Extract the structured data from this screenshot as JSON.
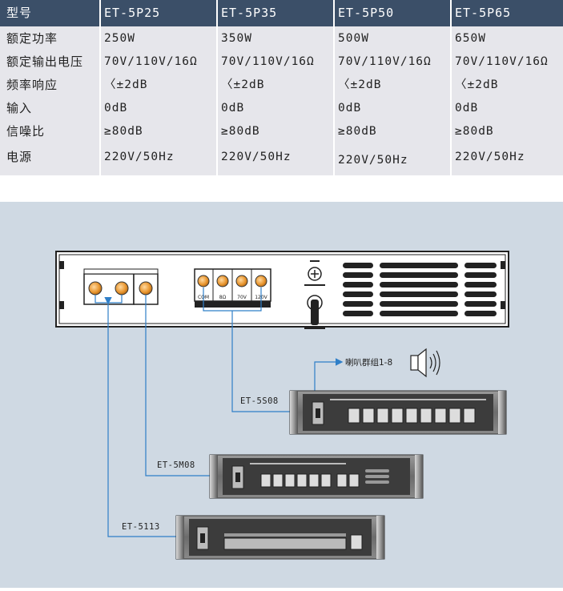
{
  "table": {
    "header_label": "型号",
    "models": [
      "ET-5P25",
      "ET-5P35",
      "ET-5P50",
      "ET-5P65"
    ],
    "rows": [
      {
        "label": "额定功率",
        "values": [
          "250W",
          "350W",
          "500W",
          "650W"
        ]
      },
      {
        "label": "额定输出电压",
        "values": [
          "70V/110V/16Ω",
          "70V/110V/16Ω",
          "70V/110V/16Ω",
          "70V/110V/16Ω"
        ]
      },
      {
        "label": "频率响应",
        "values": [
          "〈±2dB",
          "〈±2dB",
          "〈±2dB",
          "〈±2dB"
        ]
      },
      {
        "label": "输入",
        "values": [
          "0dB",
          "0dB",
          "0dB",
          "0dB"
        ]
      },
      {
        "label": "信噪比",
        "values": [
          "≥80dB",
          "≥80dB",
          "≥80dB",
          "≥80dB"
        ]
      },
      {
        "label": "电源",
        "values": [
          "220V/50Hz",
          "220V/50Hz",
          "220V/50Hz",
          "220V/50Hz"
        ]
      }
    ]
  },
  "diagram": {
    "amp_terminal_labels": [
      "COM",
      "8Ω",
      "70V",
      "120V"
    ],
    "speaker_label": "喇叭群组1-8",
    "devices": [
      {
        "label": "ET-5S08"
      },
      {
        "label": "ET-5M08"
      },
      {
        "label": "ET-5113"
      }
    ]
  },
  "colors": {
    "header_bg": "#3b4f68",
    "table_bg": "#e6e6eb",
    "diagram_bg": "#cfd9e3",
    "wire": "#2f7fc8",
    "terminal": "#e8a040"
  },
  "icons": [
    "ground-icon",
    "speaker-icon",
    "arrow-icon"
  ]
}
